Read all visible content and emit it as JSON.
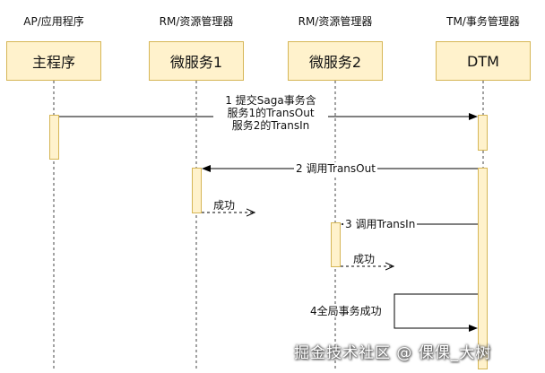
{
  "participants": [
    {
      "role": "AP/应用程序",
      "name": "主程序"
    },
    {
      "role": "RM/资源管理器",
      "name": "微服务1"
    },
    {
      "role": "RM/资源管理器",
      "name": "微服务2"
    },
    {
      "role": "TM/事务管理器",
      "name": "DTM"
    }
  ],
  "messages": {
    "submit_line1": "1 提交Saga事务含",
    "submit_line2": "服务1的TransOut",
    "submit_line3": "服务2的TransIn",
    "call_transout": "2 调用TransOut",
    "success_1": "成功",
    "call_transin": "3 调用TransIn",
    "success_2": "成功",
    "global_success": "4全局事务成功"
  },
  "watermark": "掘金技术社区 @ 倮倮_大树"
}
